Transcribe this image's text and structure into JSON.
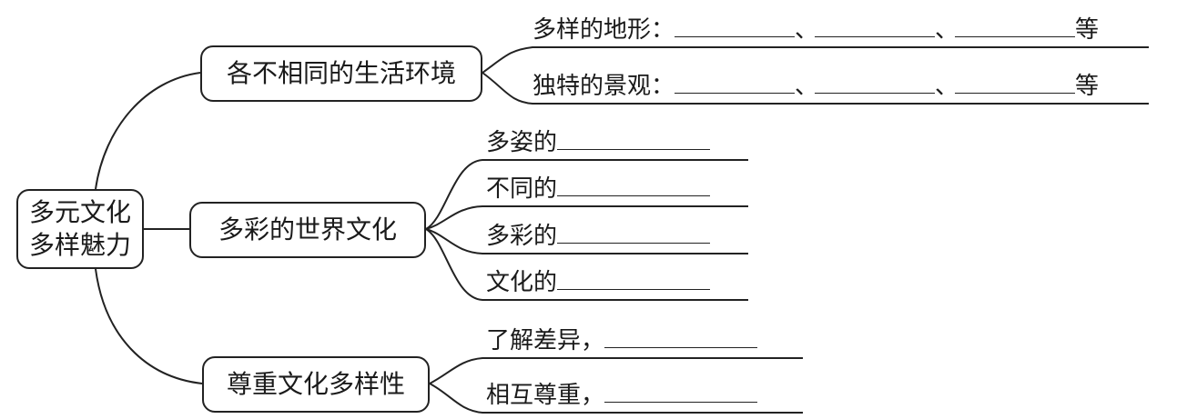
{
  "root": {
    "line1": "多元文化",
    "line2": "多样魅力"
  },
  "branches": [
    {
      "label": "各不相同的生活环境",
      "items": [
        {
          "prefix": "多样的地形：",
          "sep": "、",
          "suffix": "等"
        },
        {
          "prefix": "独特的景观：",
          "sep": "、",
          "suffix": "等"
        }
      ]
    },
    {
      "label": "多彩的世界文化",
      "items": [
        {
          "prefix": "多姿的"
        },
        {
          "prefix": "不同的"
        },
        {
          "prefix": "多彩的"
        },
        {
          "prefix": "文化的"
        }
      ]
    },
    {
      "label": "尊重文化多样性",
      "items": [
        {
          "prefix": "了解差异，"
        },
        {
          "prefix": "相互尊重，"
        }
      ]
    }
  ]
}
